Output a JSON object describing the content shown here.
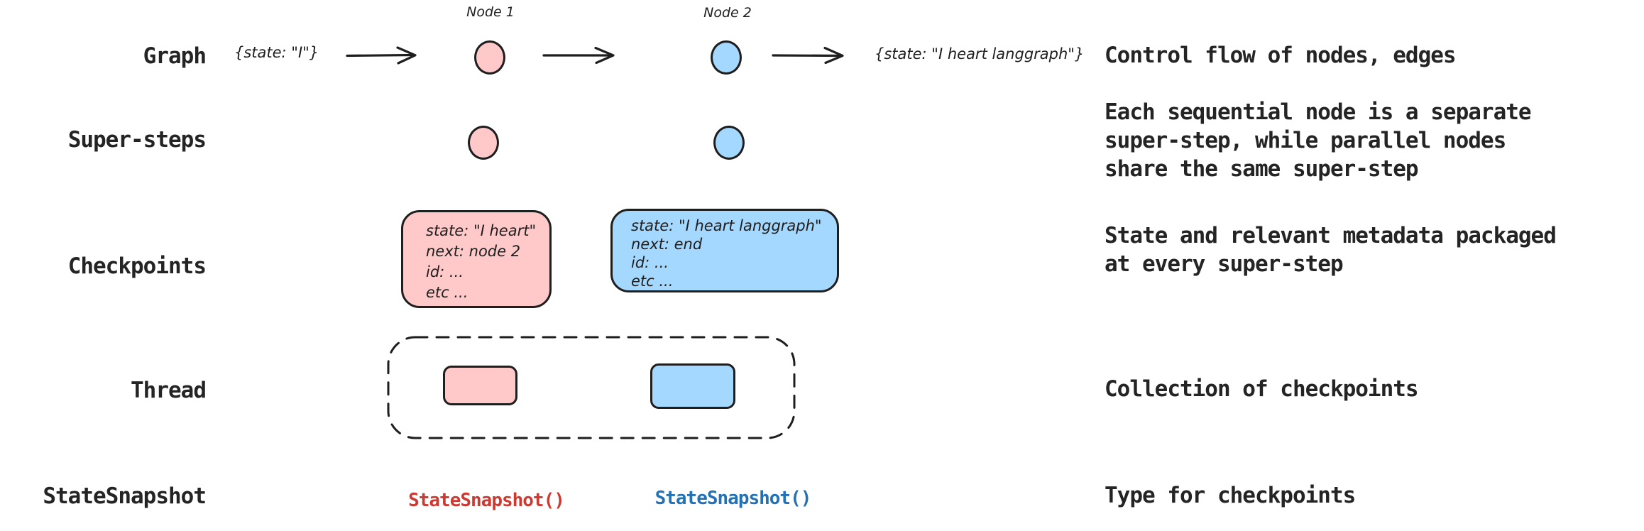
{
  "rows": [
    {
      "label": "Graph",
      "description": "Control flow of nodes, edges"
    },
    {
      "label": "Super-steps",
      "description": "Each sequential node is a separate\nsuper-step, while parallel nodes\nshare the same super-step"
    },
    {
      "label": "Checkpoints",
      "description": "State and relevant metadata packaged\nat every super-step"
    },
    {
      "label": "Thread",
      "description": "Collection of checkpoints"
    },
    {
      "label": "StateSnapshot",
      "description": "Type for checkpoints"
    }
  ],
  "graph": {
    "input_state": "{state: \"I\"}",
    "node1_label": "Node 1",
    "node2_label": "Node 2",
    "output_state": "{state: \"I heart langgraph\"}"
  },
  "checkpoints": {
    "node1_box": {
      "lines": [
        "state: \"I heart\"",
        "next: node 2",
        "id: ...",
        "etc ..."
      ]
    },
    "node2_box": {
      "lines": [
        "state: \"I heart langgraph\"",
        "next: end",
        "id: ...",
        "etc ..."
      ]
    }
  },
  "statesnapshot": {
    "node1_call": "StateSnapshot()",
    "node2_call": "StateSnapshot()"
  },
  "colors": {
    "node1_fill": "#ffc9c9",
    "node2_fill": "#a5d8ff",
    "stroke": "#1e1e1e",
    "snapshot_red_text": "#cd3a32",
    "snapshot_blue_text": "#2272b5"
  }
}
